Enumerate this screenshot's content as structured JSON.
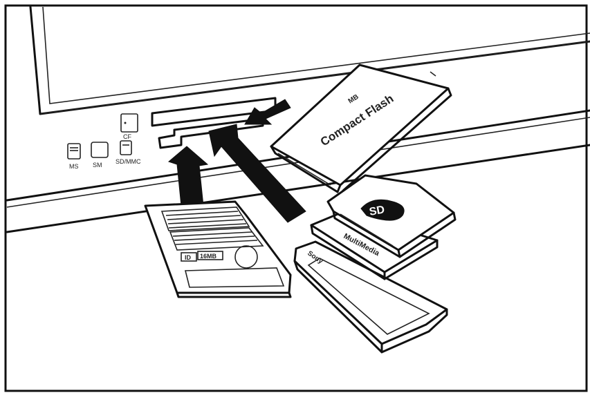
{
  "panel_labels": {
    "ms": "MS",
    "sm": "SM",
    "cf": "CF",
    "sd_mmc": "SD/MMC"
  },
  "cf_card": {
    "brand": "MB",
    "name": "Compact Flash"
  },
  "sd_card": {
    "logo": "SD"
  },
  "mmc_card": {
    "logo": "MultiMedia"
  },
  "ms_card": {
    "logo": "Sony"
  },
  "sm_card": {
    "badge_id": "ID",
    "badge_capacity": "16MB"
  },
  "colors": {
    "ink": "#111111",
    "paper": "#ffffff"
  }
}
